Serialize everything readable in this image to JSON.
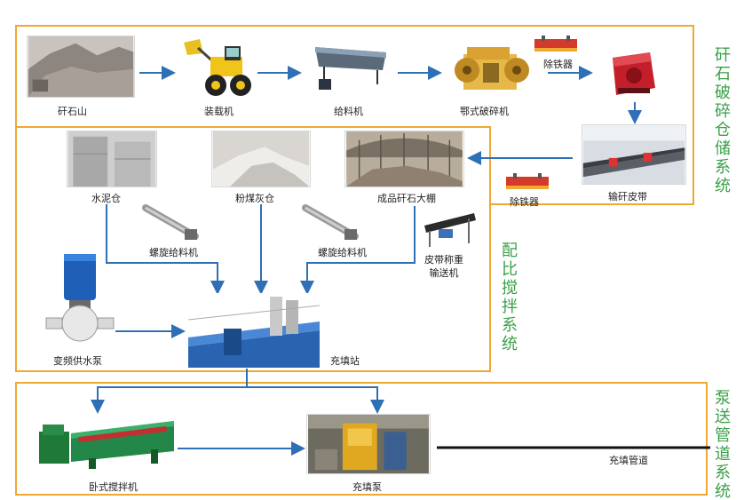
{
  "systems": {
    "crushing": "矸石破碎仓储系统",
    "batching": "配比搅拌系统",
    "pumping": "泵送管道系统"
  },
  "nodes": {
    "gangue_hill": "矸石山",
    "loader": "装载机",
    "feeder": "给料机",
    "jaw_crusher": "鄂式破碎机",
    "iron_remover_top": "除铁器",
    "gangue_belt": "输矸皮带",
    "iron_remover_mid": "除铁器",
    "cement_silo": "水泥仓",
    "flyash_silo": "粉煤灰仓",
    "gangue_shed": "成品矸石大棚",
    "screw_feeder_1": "螺旋给料机",
    "screw_feeder_2": "螺旋给料机",
    "belt_weigher": "皮带称重\n输送机",
    "water_pump": "变频供水泵",
    "filling_station": "充填站",
    "horizontal_mixer": "卧式搅拌机",
    "filling_pump": "充填泵",
    "filling_pipe": "充填管道"
  },
  "colors": {
    "frame": "#f0a830",
    "system_label": "#3aa048",
    "arrow": "#2f6fb5"
  }
}
